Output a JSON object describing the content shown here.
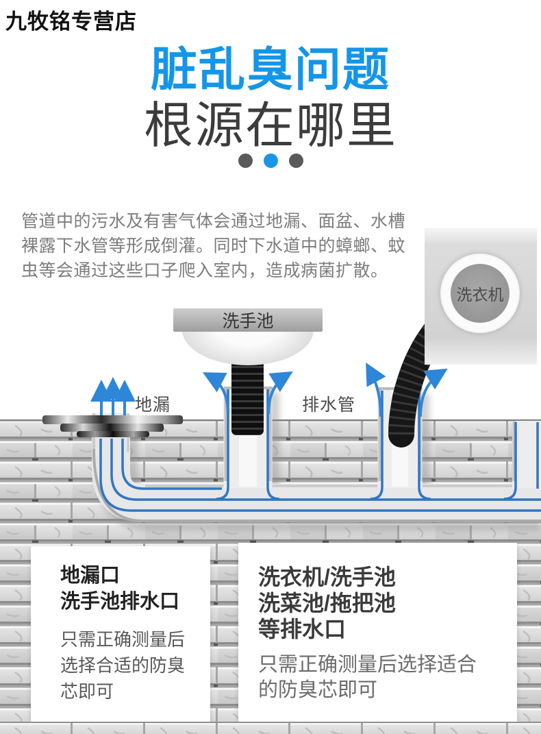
{
  "store": {
    "name": "九牧铭专营店"
  },
  "header": {
    "title": "脏乱臭问题",
    "subtitle": "根源在哪里",
    "dot_colors": [
      "#5a5a5a",
      "#1a96e8",
      "#5a5a5a"
    ]
  },
  "intro": {
    "lines": [
      "管道中的污水及有害气体会通过地漏、面盆、水槽",
      "裸露下水管等形成倒灌。同时下水道中的蟑螂、蚊",
      "虫等会通过这些口子爬入室内，造成病菌扩散。"
    ]
  },
  "diagram": {
    "labels": {
      "washing_machine": "洗衣机",
      "wash_basin": "洗手池",
      "floor_drain": "地漏",
      "drain_pipe": "排水管"
    },
    "colors": {
      "title_blue": "#1496e8",
      "water_line_blue": "#2f76c4",
      "arrow_blue": "#2e86d8",
      "hose_black": "#161616",
      "pipe_gray": "#e9e9e9"
    }
  },
  "cards": [
    {
      "title_lines": [
        "地漏口",
        "洗手池排水口"
      ],
      "body_lines": [
        "只需正确测量后",
        "选择合适的防臭",
        "芯即可"
      ]
    },
    {
      "title_lines": [
        "洗衣机/洗手池",
        "洗菜池/拖把池",
        "等排水口"
      ],
      "body_lines": [
        "只需正确测量后选择适合",
        "的防臭芯即可"
      ]
    }
  ]
}
